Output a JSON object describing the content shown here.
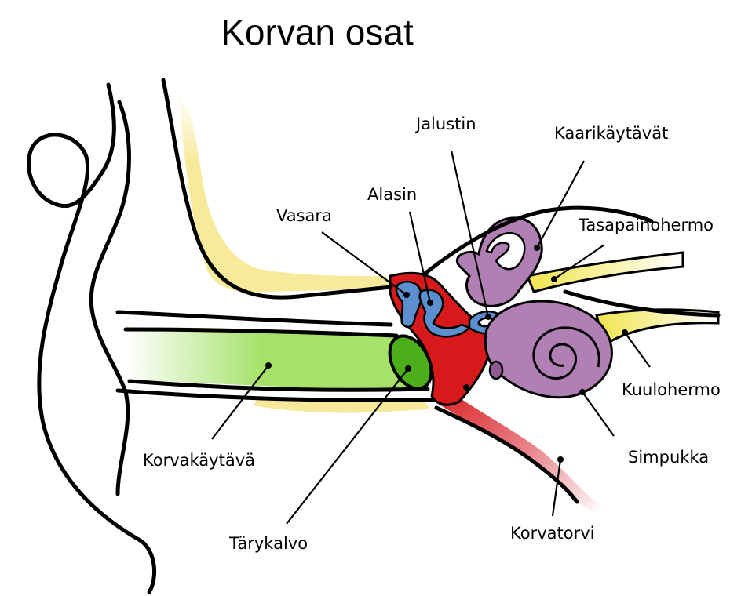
{
  "title": "Korvan osat",
  "colors": {
    "outline": "#000000",
    "canal_green": "#a6e26a",
    "eardrum_green": "#4caf1a",
    "bone_yellow": "#f7ea9b",
    "tympanic_red": "#d8191c",
    "ossicle_blue": "#5b8fd0",
    "inner_ear_purple": "#b07fb4",
    "nerve_yellow": "#f0e44c",
    "tube_pink": "#e58a90"
  },
  "labels": {
    "korvakaytava": "Korvakäytävä",
    "tarykalvo": "Tärykalvo",
    "vasara": "Vasara",
    "alasin": "Alasin",
    "jalustin": "Jalustin",
    "kaarikaytavat": "Kaarikäytävät",
    "tasapainohermo": "Tasapainohermo",
    "kuulohermo": "Kuulohermo",
    "simpukka": "Simpukka",
    "korvatorvi": "Korvatorvi"
  }
}
